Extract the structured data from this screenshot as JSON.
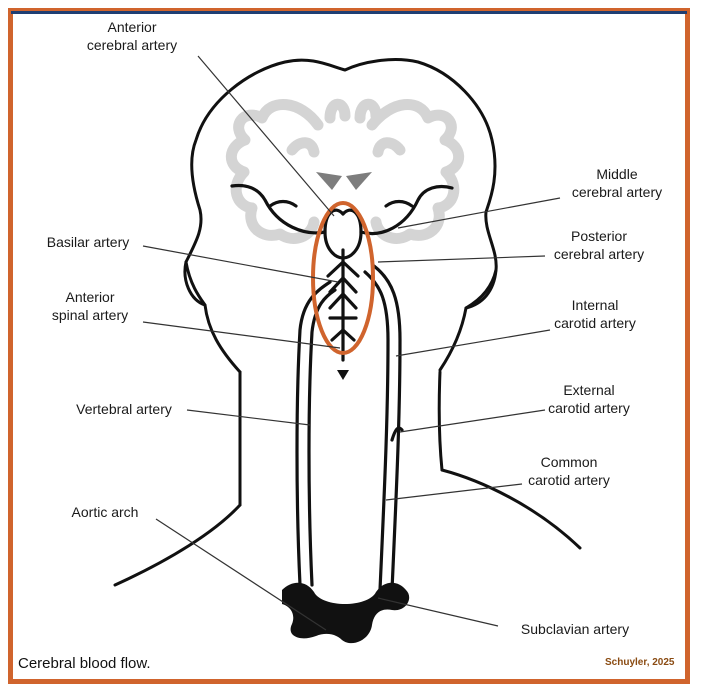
{
  "labels": {
    "anterior_cerebral": [
      "Anterior",
      "cerebral artery"
    ],
    "middle_cerebral": [
      "Middle",
      "cerebral artery"
    ],
    "basilar": [
      "Basilar artery"
    ],
    "posterior_cerebral": [
      "Posterior",
      "cerebral artery"
    ],
    "anterior_spinal": [
      "Anterior",
      "spinal artery"
    ],
    "internal_carotid": [
      "Internal",
      "carotid artery"
    ],
    "vertebral": [
      "Vertebral artery"
    ],
    "external_carotid": [
      "External",
      "carotid artery"
    ],
    "common_carotid": [
      "Common",
      "carotid artery"
    ],
    "aortic_arch": [
      "Aortic arch"
    ],
    "subclavian": [
      "Subclavian artery"
    ]
  },
  "caption": "Cerebral blood flow.",
  "credit": "Schuyler, 2025",
  "colors": {
    "frame": "#d0642d",
    "top_line": "#1f3e73",
    "highlight": "#d0642d",
    "credit": "#8a4b12"
  }
}
